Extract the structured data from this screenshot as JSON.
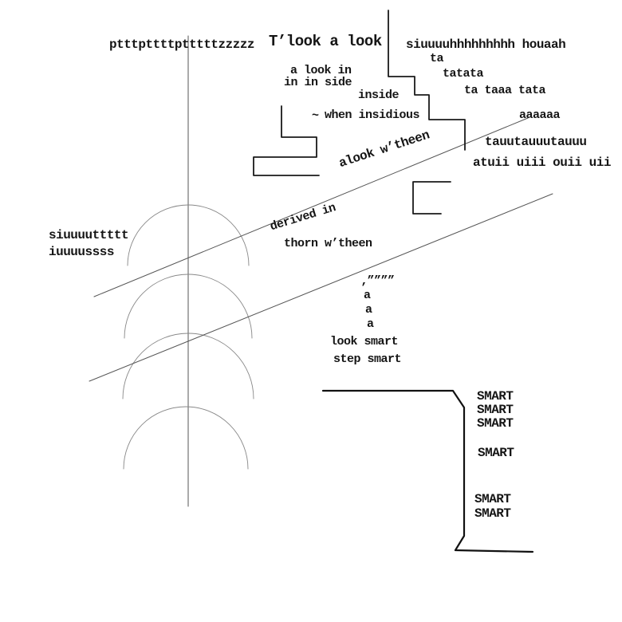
{
  "labels": {
    "pttt": "ptttpttttptttttzzzzz",
    "tlook_a_look": "T’look a look",
    "siuuuu_houaah": "siuuuuhhhhhhhhh houaah",
    "ta": "ta",
    "tatata": "tatata",
    "a_look_in": "a look in",
    "in_in_side": "in in side",
    "inside": "inside",
    "ta_taaa_tata": "ta taaa tata",
    "squiggle": "~",
    "when_insidious": "when insidious",
    "aaaaaa": "aaaaaa",
    "alook_wtheen": "alook w’theen",
    "tauutauuutauuu": "tauutauuutauuu",
    "atuii_uiii_ouii_uii": "atuii uiii ouii uii",
    "derived_in": "derived in",
    "thorn_wtheen": "thorn w’theen",
    "siuuuuttttt": "siuuuuttttt",
    "iuuuussss": "iuuuussss",
    "quotes": "‚””””",
    "a1": "a",
    "a2": "a",
    "a3": "a",
    "look_smart": "look smart",
    "step_smart": "step smart",
    "smart": "SMART"
  },
  "colors": {
    "ink": "#151515",
    "thin_line": "#555555",
    "arc_line": "#888888",
    "background": "#ffffff"
  }
}
